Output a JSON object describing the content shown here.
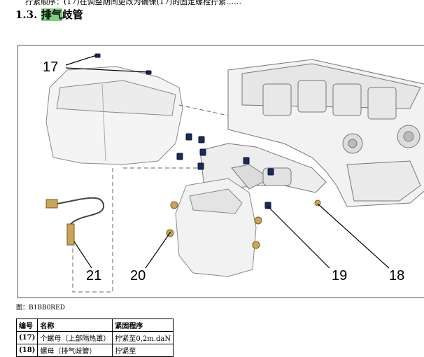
{
  "page": {
    "cut_line": "拧紧顺序：(17)在调整期间更改为确保(17)的固定螺栓拧紧……",
    "section_number": "1.3.",
    "section_title_highlight": "排气",
    "section_title_rest": "歧管"
  },
  "figure": {
    "callouts": [
      "17",
      "21",
      "20",
      "19",
      "18"
    ],
    "caption_prefix": "图：",
    "caption_code": "B1BB0RED"
  },
  "table": {
    "headers": [
      "编号",
      "名称",
      "紧固程序"
    ],
    "rows": [
      [
        "(17)",
        "个螺母（上部隔热罩）",
        "拧紧至0,2m.daN"
      ],
      [
        "(18)",
        "螺母（排气歧管）",
        "拧紧至"
      ]
    ]
  }
}
